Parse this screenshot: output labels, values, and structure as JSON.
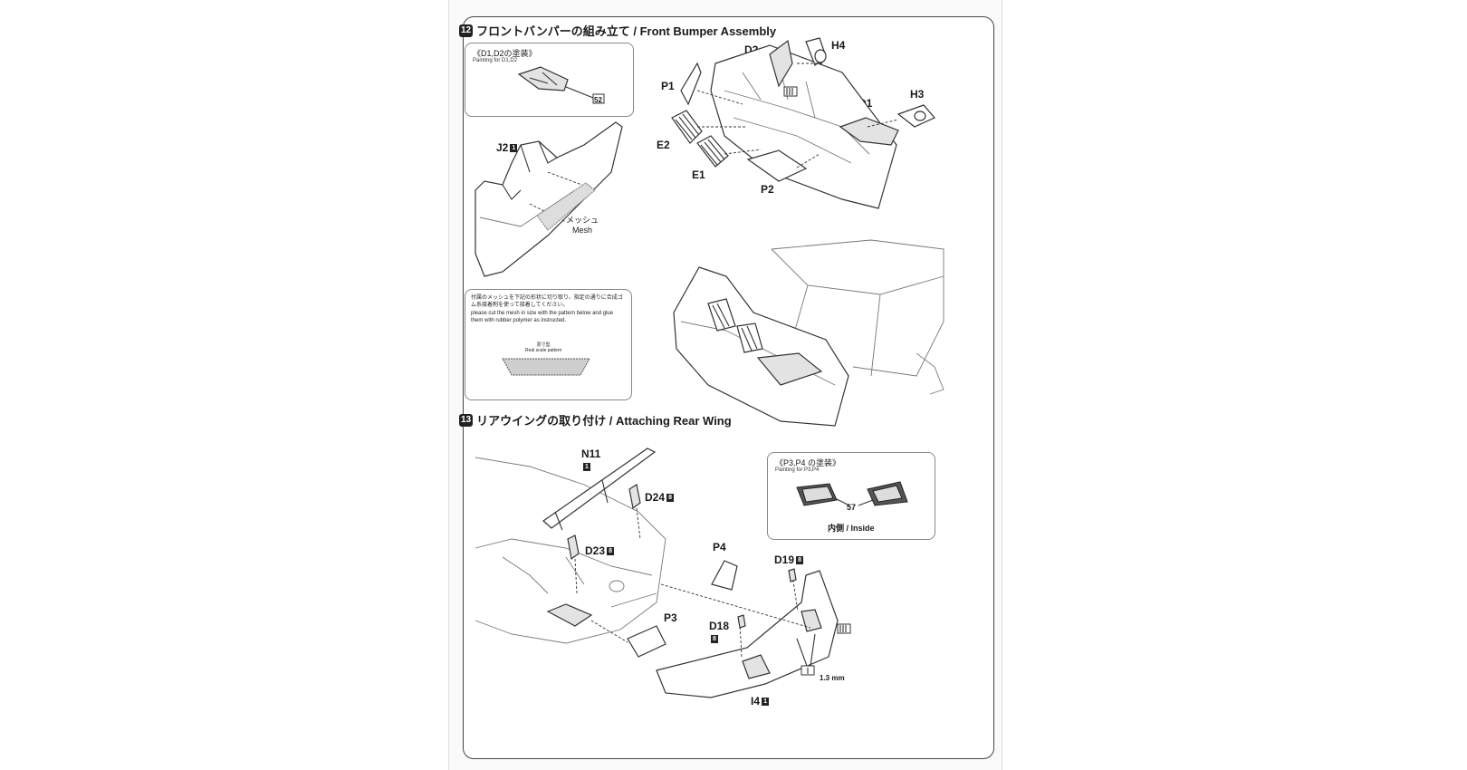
{
  "step12": {
    "number": "12",
    "title": "フロントバンパーの組み立て / Front Bumper Assembly",
    "paint_box": {
      "title": "《D1,D2の塗装》",
      "subtitle": "Painting for D1,D2"
    },
    "labels": {
      "d2": "D2",
      "h4": "H4",
      "p1": "P1",
      "d1": "D1",
      "h3": "H3",
      "e2": "E2",
      "e1": "E1",
      "p2": "P2",
      "j2": "J2"
    },
    "mesh_jp": "メッシュ",
    "mesh_en": "Mesh",
    "note_jp": "付属のメッシュを下記の形状に切り取り、指定の通りに合成ゴム系接着剤を使って接着してください。",
    "note_en": "please cut the mesh in size with the pattern below and glue them with rubber polymer as instructed.",
    "pattern_jp": "原寸型",
    "pattern_en": "Real scale pattern"
  },
  "step13": {
    "number": "13",
    "title": "リアウイングの取り付け / Attaching Rear Wing",
    "paint_box": {
      "title": "《P3,P4 の塗装》",
      "subtitle": "Painting for P3,P4",
      "paint_code": "57",
      "inside_label": "内側 / Inside"
    },
    "labels": {
      "n11": "N11",
      "d24": "D24",
      "d23": "D23",
      "p4": "P4",
      "d19": "D19",
      "p3": "P3",
      "d18": "D18",
      "i4": "I4"
    },
    "drill_size": "1.3 mm"
  },
  "tags": {
    "one": "1",
    "eight": "8"
  },
  "paint_code_d": "52"
}
